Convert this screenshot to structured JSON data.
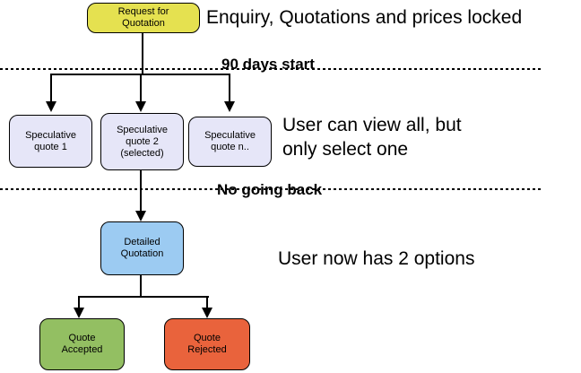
{
  "diagram": {
    "title_note": "Enquiry, Quotations and prices locked",
    "nodes": {
      "request_for_quotation": {
        "label": "Request for\nQuotation",
        "fill": "#e5e150"
      },
      "speculative_quote_1": {
        "label": "Speculative\nquote 1",
        "fill": "#e6e6f8"
      },
      "speculative_quote_2": {
        "label": "Speculative\nquote 2\n(selected)",
        "fill": "#e6e6f8"
      },
      "speculative_quote_n": {
        "label": "Speculative\nquote n..",
        "fill": "#e6e6f8"
      },
      "detailed_quotation": {
        "label": "Detailed\nQuotation",
        "fill": "#9ccbf2"
      },
      "quote_accepted": {
        "label": "Quote\nAccepted",
        "fill": "#93bf62"
      },
      "quote_rejected": {
        "label": "Quote\nRejected",
        "fill": "#e9633c"
      }
    },
    "annotations": {
      "enquiry": "Enquiry, Quotations and prices locked",
      "days_start": "90 days start",
      "view_all": "User can view all, but\nonly select one",
      "no_going_back": "No going back",
      "two_options": "User now has 2 options"
    },
    "colors": {
      "background": "#ffffff",
      "line": "#000000",
      "node_yellow": "#e5e150",
      "node_lavender": "#e6e6f8",
      "node_blue": "#9ccbf2",
      "node_green": "#93bf62",
      "node_red": "#e9633c"
    }
  }
}
